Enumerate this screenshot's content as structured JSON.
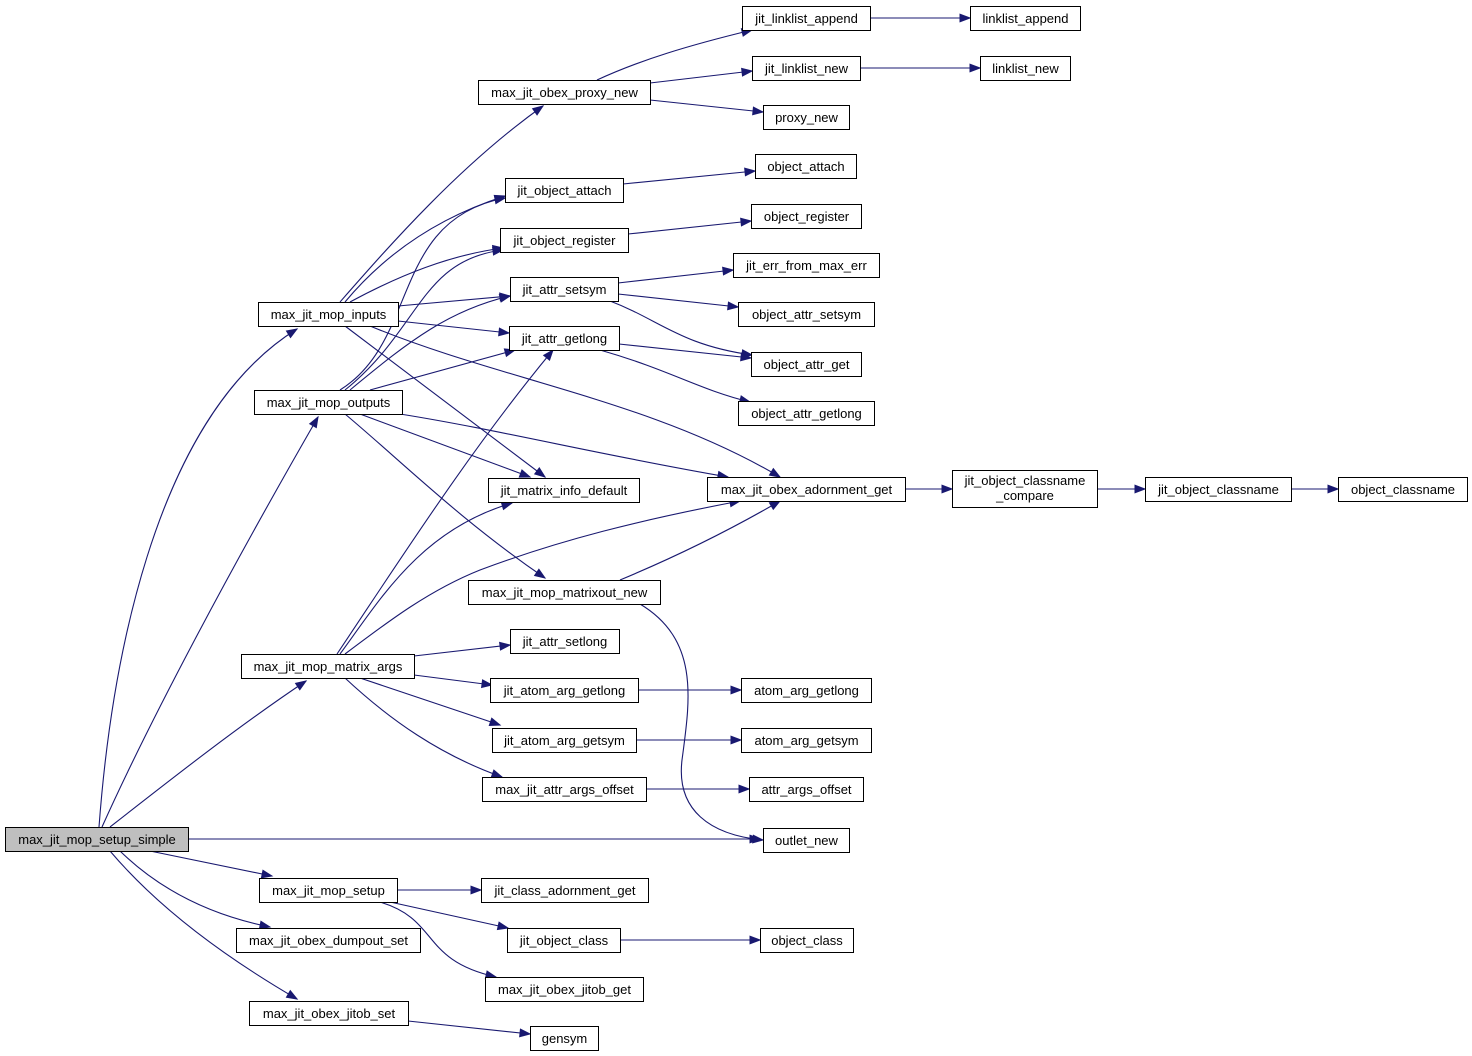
{
  "colors": {
    "edge": "#191970",
    "root_fill": "#bfbfbf",
    "node_fill": "#ffffff"
  },
  "nodes": {
    "max_jit_mop_setup_simple": {
      "label": "max_jit_mop_setup_simple"
    },
    "max_jit_mop_inputs": {
      "label": "max_jit_mop_inputs"
    },
    "max_jit_mop_outputs": {
      "label": "max_jit_mop_outputs"
    },
    "max_jit_mop_matrix_args": {
      "label": "max_jit_mop_matrix_args"
    },
    "max_jit_mop_setup": {
      "label": "max_jit_mop_setup"
    },
    "max_jit_obex_dumpout_set": {
      "label": "max_jit_obex_dumpout_set"
    },
    "max_jit_obex_jitob_set": {
      "label": "max_jit_obex_jitob_set"
    },
    "max_jit_obex_proxy_new": {
      "label": "max_jit_obex_proxy_new"
    },
    "jit_object_attach": {
      "label": "jit_object_attach"
    },
    "jit_object_register": {
      "label": "jit_object_register"
    },
    "jit_attr_setsym": {
      "label": "jit_attr_setsym"
    },
    "jit_attr_getlong": {
      "label": "jit_attr_getlong"
    },
    "jit_matrix_info_default": {
      "label": "jit_matrix_info_default"
    },
    "max_jit_mop_matrixout_new": {
      "label": "max_jit_mop_matrixout_new"
    },
    "jit_attr_setlong": {
      "label": "jit_attr_setlong"
    },
    "jit_atom_arg_getlong": {
      "label": "jit_atom_arg_getlong"
    },
    "jit_atom_arg_getsym": {
      "label": "jit_atom_arg_getsym"
    },
    "max_jit_attr_args_offset": {
      "label": "max_jit_attr_args_offset"
    },
    "jit_class_adornment_get": {
      "label": "jit_class_adornment_get"
    },
    "jit_object_class": {
      "label": "jit_object_class"
    },
    "max_jit_obex_jitob_get": {
      "label": "max_jit_obex_jitob_get"
    },
    "gensym": {
      "label": "gensym"
    },
    "jit_linklist_append": {
      "label": "jit_linklist_append"
    },
    "jit_linklist_new": {
      "label": "jit_linklist_new"
    },
    "proxy_new": {
      "label": "proxy_new"
    },
    "object_attach": {
      "label": "object_attach"
    },
    "object_register": {
      "label": "object_register"
    },
    "jit_err_from_max_err": {
      "label": "jit_err_from_max_err"
    },
    "object_attr_setsym": {
      "label": "object_attr_setsym"
    },
    "object_attr_get": {
      "label": "object_attr_get"
    },
    "object_attr_getlong": {
      "label": "object_attr_getlong"
    },
    "max_jit_obex_adornment_get": {
      "label": "max_jit_obex_adornment_get"
    },
    "atom_arg_getlong": {
      "label": "atom_arg_getlong"
    },
    "atom_arg_getsym": {
      "label": "atom_arg_getsym"
    },
    "attr_args_offset": {
      "label": "attr_args_offset"
    },
    "outlet_new": {
      "label": "outlet_new"
    },
    "object_class": {
      "label": "object_class"
    },
    "linklist_append": {
      "label": "linklist_append"
    },
    "linklist_new": {
      "label": "linklist_new"
    },
    "jit_object_classname_compare": {
      "label_line1": "jit_object_classname",
      "label_line2": "_compare"
    },
    "jit_object_classname": {
      "label": "jit_object_classname"
    },
    "object_classname": {
      "label": "object_classname"
    }
  },
  "edges": [
    [
      "max_jit_mop_setup_simple",
      "max_jit_mop_inputs"
    ],
    [
      "max_jit_mop_setup_simple",
      "max_jit_mop_outputs"
    ],
    [
      "max_jit_mop_setup_simple",
      "max_jit_mop_matrix_args"
    ],
    [
      "max_jit_mop_setup_simple",
      "outlet_new"
    ],
    [
      "max_jit_mop_setup_simple",
      "max_jit_mop_setup"
    ],
    [
      "max_jit_mop_setup_simple",
      "max_jit_obex_dumpout_set"
    ],
    [
      "max_jit_mop_setup_simple",
      "max_jit_obex_jitob_set"
    ],
    [
      "max_jit_mop_inputs",
      "max_jit_obex_proxy_new"
    ],
    [
      "max_jit_mop_inputs",
      "jit_object_attach"
    ],
    [
      "max_jit_mop_inputs",
      "jit_object_register"
    ],
    [
      "max_jit_mop_inputs",
      "jit_attr_setsym"
    ],
    [
      "max_jit_mop_inputs",
      "jit_attr_getlong"
    ],
    [
      "max_jit_mop_inputs",
      "jit_matrix_info_default"
    ],
    [
      "max_jit_mop_inputs",
      "max_jit_obex_adornment_get"
    ],
    [
      "max_jit_mop_outputs",
      "jit_object_attach"
    ],
    [
      "max_jit_mop_outputs",
      "jit_object_register"
    ],
    [
      "max_jit_mop_outputs",
      "jit_attr_setsym"
    ],
    [
      "max_jit_mop_outputs",
      "jit_attr_getlong"
    ],
    [
      "max_jit_mop_outputs",
      "jit_matrix_info_default"
    ],
    [
      "max_jit_mop_outputs",
      "max_jit_obex_adornment_get"
    ],
    [
      "max_jit_mop_outputs",
      "max_jit_mop_matrixout_new"
    ],
    [
      "max_jit_mop_matrix_args",
      "jit_attr_getlong"
    ],
    [
      "max_jit_mop_matrix_args",
      "jit_matrix_info_default"
    ],
    [
      "max_jit_mop_matrix_args",
      "max_jit_obex_adornment_get"
    ],
    [
      "max_jit_mop_matrix_args",
      "jit_attr_setlong"
    ],
    [
      "max_jit_mop_matrix_args",
      "jit_atom_arg_getlong"
    ],
    [
      "max_jit_mop_matrix_args",
      "jit_atom_arg_getsym"
    ],
    [
      "max_jit_mop_matrix_args",
      "max_jit_attr_args_offset"
    ],
    [
      "max_jit_mop_setup",
      "jit_class_adornment_get"
    ],
    [
      "max_jit_mop_setup",
      "jit_object_class"
    ],
    [
      "max_jit_mop_setup",
      "max_jit_obex_jitob_get"
    ],
    [
      "max_jit_obex_jitob_set",
      "gensym"
    ],
    [
      "max_jit_obex_proxy_new",
      "jit_linklist_append"
    ],
    [
      "max_jit_obex_proxy_new",
      "jit_linklist_new"
    ],
    [
      "max_jit_obex_proxy_new",
      "proxy_new"
    ],
    [
      "jit_object_attach",
      "object_attach"
    ],
    [
      "jit_object_register",
      "object_register"
    ],
    [
      "jit_attr_setsym",
      "jit_err_from_max_err"
    ],
    [
      "jit_attr_setsym",
      "object_attr_setsym"
    ],
    [
      "jit_attr_setsym",
      "object_attr_get"
    ],
    [
      "jit_attr_getlong",
      "object_attr_get"
    ],
    [
      "jit_attr_getlong",
      "object_attr_getlong"
    ],
    [
      "max_jit_mop_matrixout_new",
      "max_jit_obex_adornment_get"
    ],
    [
      "max_jit_mop_matrixout_new",
      "outlet_new"
    ],
    [
      "jit_atom_arg_getlong",
      "atom_arg_getlong"
    ],
    [
      "jit_atom_arg_getsym",
      "atom_arg_getsym"
    ],
    [
      "max_jit_attr_args_offset",
      "attr_args_offset"
    ],
    [
      "jit_object_class",
      "object_class"
    ],
    [
      "jit_linklist_append",
      "linklist_append"
    ],
    [
      "jit_linklist_new",
      "linklist_new"
    ],
    [
      "max_jit_obex_adornment_get",
      "jit_object_classname_compare"
    ],
    [
      "jit_object_classname_compare",
      "jit_object_classname"
    ],
    [
      "jit_object_classname",
      "object_classname"
    ]
  ]
}
